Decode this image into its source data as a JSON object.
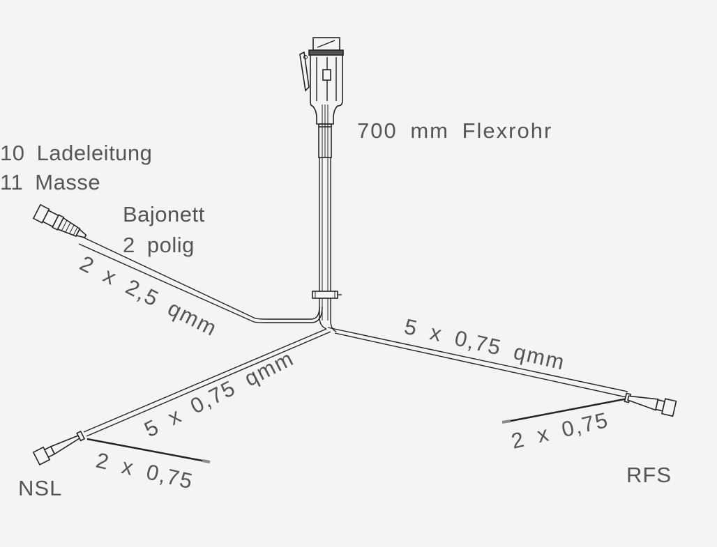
{
  "labels": {
    "flexrohr": "700  mm  Flexrohr",
    "ladeleitung": "10  Ladeleitung",
    "masse": "11  Masse",
    "bajonett": "Bajonett",
    "polig": "2  polig",
    "cable_bajonett": "2  x  2,5  qmm",
    "cable_left": "5  x  0,75  qmm",
    "cable_right": "5  x  0,75  qmm",
    "small_right": "2  x  0,75",
    "small_left": "2  x  0,75",
    "nsl": "NSL",
    "rfs": "RFS"
  }
}
